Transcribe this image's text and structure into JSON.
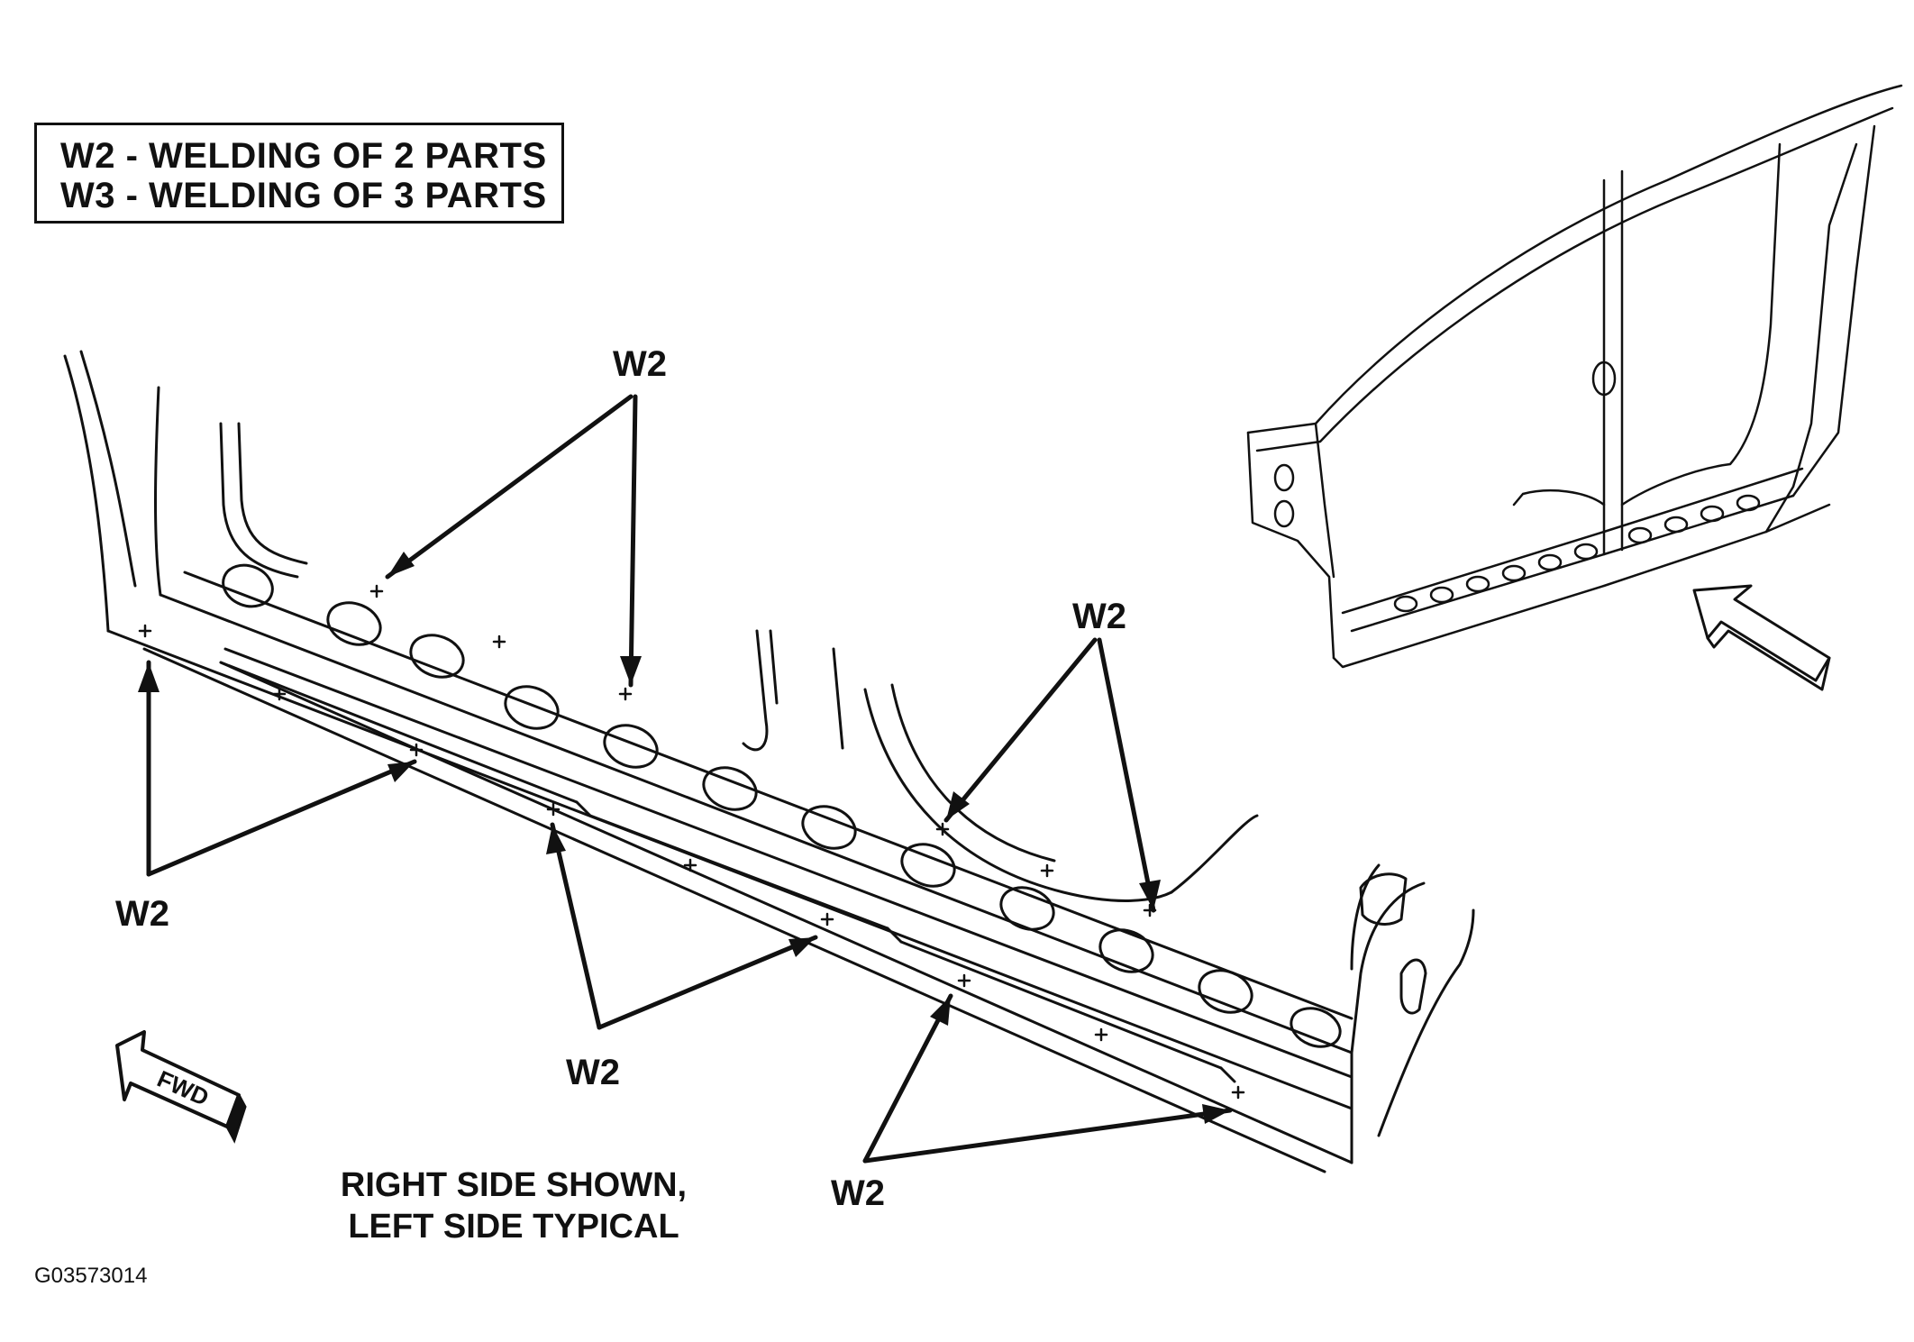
{
  "legend": {
    "line1": "W2 - WELDING OF 2 PARTS",
    "line2": "W3 - WELDING OF 3 PARTS"
  },
  "callouts": [
    "W2",
    "W2",
    "W2",
    "W2",
    "W2"
  ],
  "fwd_label": "FWD",
  "note": {
    "line1": "RIGHT SIDE SHOWN,",
    "line2": "LEFT SIDE TYPICAL"
  },
  "figure_id": "G03573014"
}
